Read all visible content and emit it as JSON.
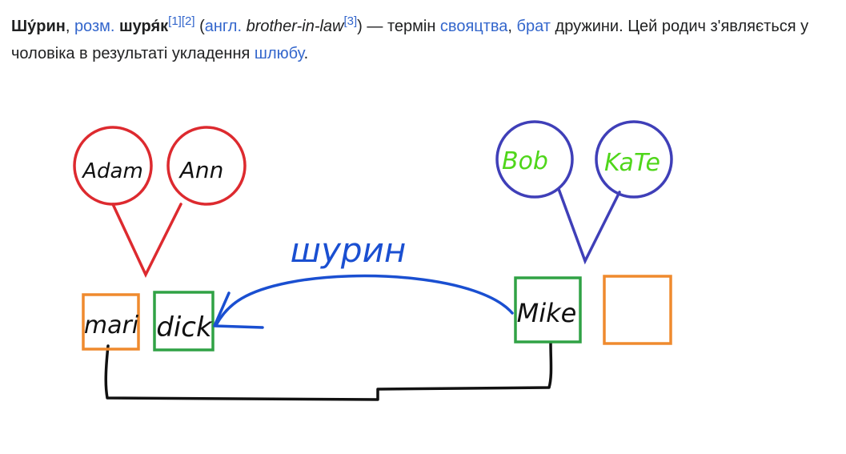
{
  "article": {
    "headword": "Шу́рин",
    "sep1": ", ",
    "colloquial_label": "розм.",
    "space": " ",
    "variant": "шуря́к",
    "ref1": "[1]",
    "ref2": "[2]",
    "paren_open": " (",
    "english_label": "англ.",
    "english_term": "brother-in-law",
    "ref3": "[3]",
    "dash_text": ") — термін ",
    "link_affinity": "свояцтва",
    "comma": ", ",
    "link_brother": "брат",
    "rest_text": " дружини. Цей родич з'являється у чоловіка в результаті укладення ",
    "link_marriage": "шлюбу",
    "period": "."
  },
  "diagram": {
    "colors": {
      "parents_left": "#dd2a2f",
      "parents_right": "#3f3fb8",
      "female_box": "#ef8a2e",
      "male_box": "#30a245",
      "arrow": "#1a4fd1",
      "marriage_line": "#111111",
      "green_text": "#4fd61a"
    },
    "parents_left": [
      "Adam",
      "Ann"
    ],
    "parents_right": [
      "Bob",
      "KaTe"
    ],
    "children": {
      "mari": "mari",
      "dick": "dick",
      "mike": "Mike"
    },
    "arrow_label": "шурин"
  }
}
